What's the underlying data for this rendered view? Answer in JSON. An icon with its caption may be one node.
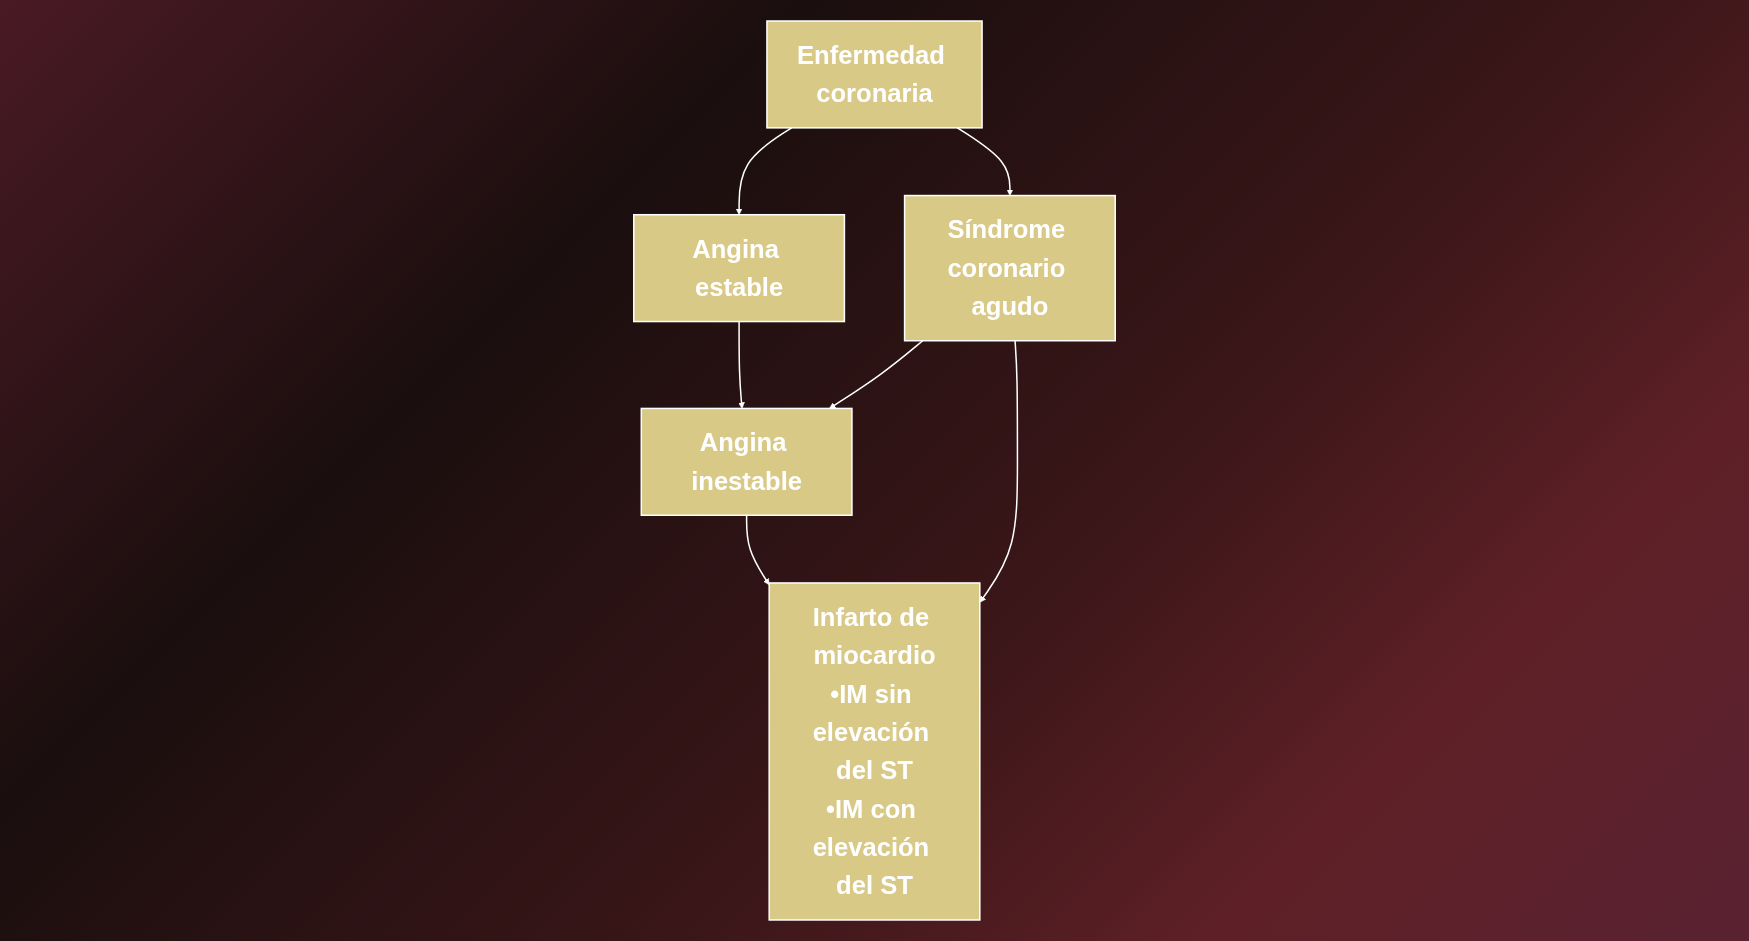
{
  "diagram": {
    "nodes": [
      {
        "text": [
          "Enfermedad coronaria"
        ]
      },
      {
        "text": [
          "Angina estable"
        ]
      },
      {
        "text": [
          "Síndrome coronario agudo"
        ]
      },
      {
        "text": [
          "Angina inestable"
        ]
      },
      {
        "text": [
          "Infarto de miocardio",
          "•IM sin elevación del ST",
          "•IM con elevación del ST"
        ]
      }
    ],
    "edges": [
      {
        "from": 0,
        "to": 1,
        "arrow": "to"
      },
      {
        "from": 0,
        "to": 2,
        "arrow": "to"
      },
      {
        "from": 1,
        "to": 3,
        "arrow": "to"
      },
      {
        "from": 2,
        "to": 3,
        "arrow": "to"
      },
      {
        "from": 2,
        "to": 4,
        "arrow": "to"
      },
      {
        "from": 3,
        "to": 4,
        "arrow": "to"
      }
    ]
  }
}
